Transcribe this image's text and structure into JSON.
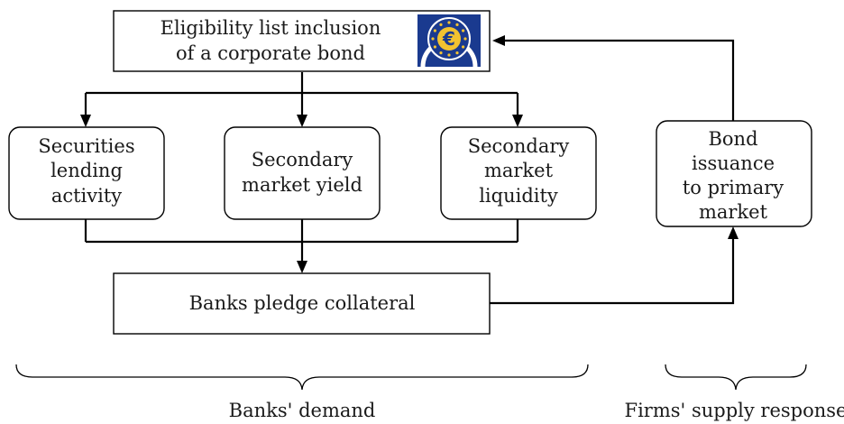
{
  "nodes": {
    "eligibility": {
      "lines": [
        "Eligibility list inclusion",
        "of a corporate bond"
      ]
    },
    "lending": {
      "lines": [
        "Securities",
        "lending",
        "activity"
      ]
    },
    "yield": {
      "lines": [
        "Secondary",
        "market yield"
      ]
    },
    "liquidity": {
      "lines": [
        "Secondary",
        "market",
        "liquidity"
      ]
    },
    "collateral": {
      "lines": [
        "Banks pledge collateral"
      ]
    },
    "issuance": {
      "lines": [
        "Bond",
        "issuance",
        "to primary",
        "market"
      ]
    }
  },
  "braces": {
    "demand": "Banks' demand",
    "supply": "Firms' supply response"
  },
  "logo": {
    "name": "ecb-euro-logo-icon",
    "symbol": "€",
    "colors": {
      "background": "#1a3a8f",
      "coin": "#f2c230",
      "stars": "#f2c230",
      "arc": "#ffffff"
    }
  },
  "edges": [
    {
      "from": "eligibility",
      "to": "lending"
    },
    {
      "from": "eligibility",
      "to": "yield"
    },
    {
      "from": "eligibility",
      "to": "liquidity"
    },
    {
      "from": "lending",
      "to": "collateral"
    },
    {
      "from": "yield",
      "to": "collateral"
    },
    {
      "from": "liquidity",
      "to": "collateral"
    },
    {
      "from": "collateral",
      "to": "issuance"
    },
    {
      "from": "issuance",
      "to": "eligibility"
    }
  ]
}
